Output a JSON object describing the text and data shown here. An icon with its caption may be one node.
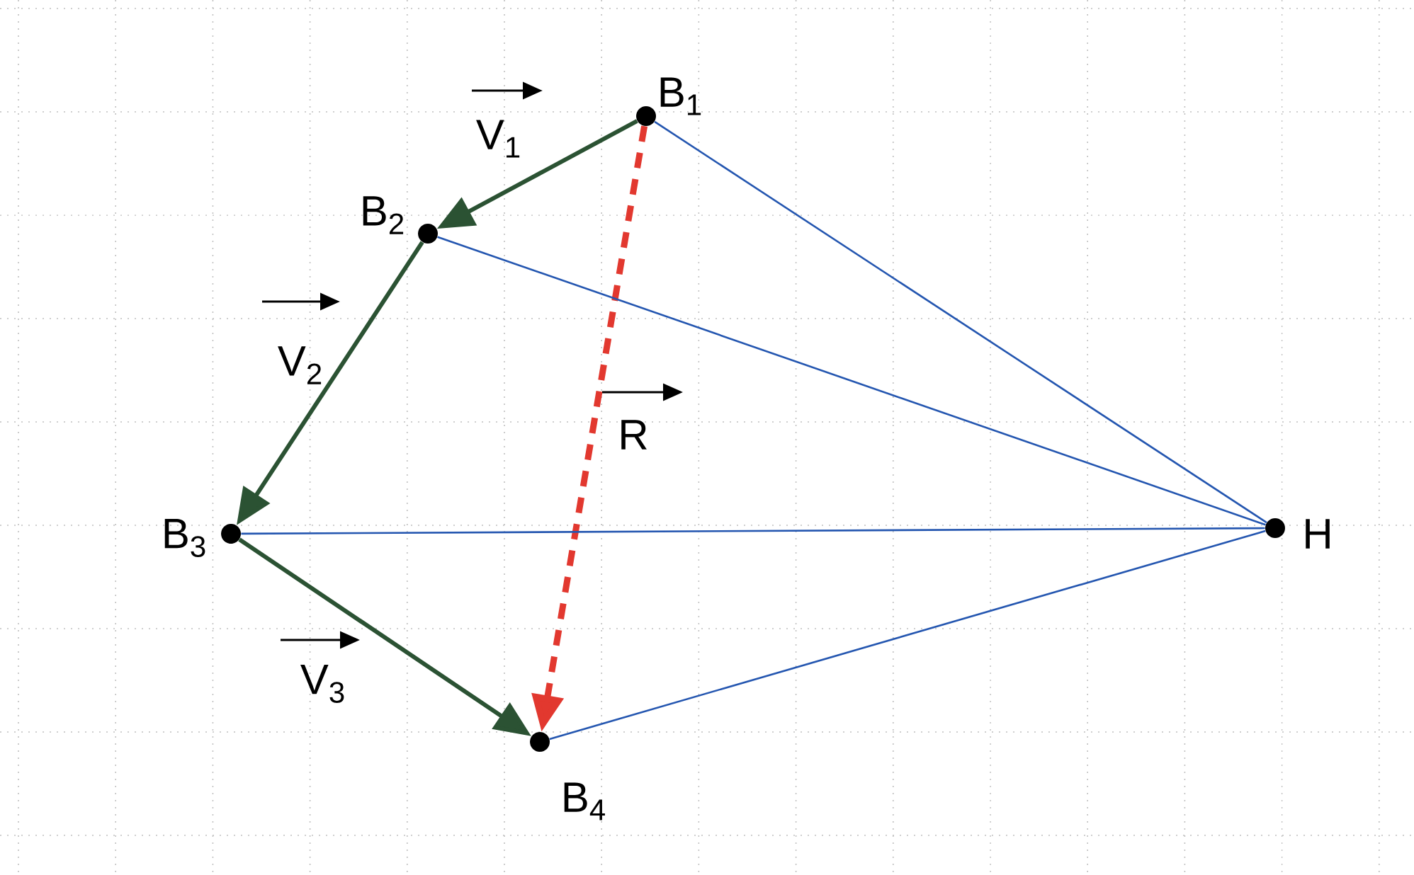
{
  "diagram": {
    "nodes": [
      {
        "text": [
          "B$_{1}$"
        ]
      },
      {
        "text": [
          "B$_{2}$"
        ]
      },
      {
        "text": [
          "B$_{3}$"
        ]
      },
      {
        "text": [
          "B$_{4}$"
        ]
      },
      {
        "text": [
          "H"
        ]
      }
    ],
    "edges": [
      {
        "from": 0,
        "to": 1,
        "arrow": "to",
        "label": "V$_{1}$",
        "style": "thick",
        "color": "#2b5233"
      },
      {
        "from": 1,
        "to": 2,
        "arrow": "to",
        "label": "V$_{2}$",
        "style": "thick",
        "color": "#2b5233"
      },
      {
        "from": 2,
        "to": 3,
        "arrow": "to",
        "label": "V$_{3}$",
        "style": "thick",
        "color": "#2b5233"
      },
      {
        "from": 0,
        "to": 3,
        "arrow": "to",
        "label": "R",
        "style": "dashed",
        "color": "#e2382f"
      },
      {
        "from": 0,
        "to": 4,
        "arrow": "none"
      },
      {
        "from": 1,
        "to": 4,
        "arrow": "none"
      },
      {
        "from": 2,
        "to": 4,
        "arrow": "none"
      },
      {
        "from": 3,
        "to": 4,
        "arrow": "none"
      }
    ]
  }
}
